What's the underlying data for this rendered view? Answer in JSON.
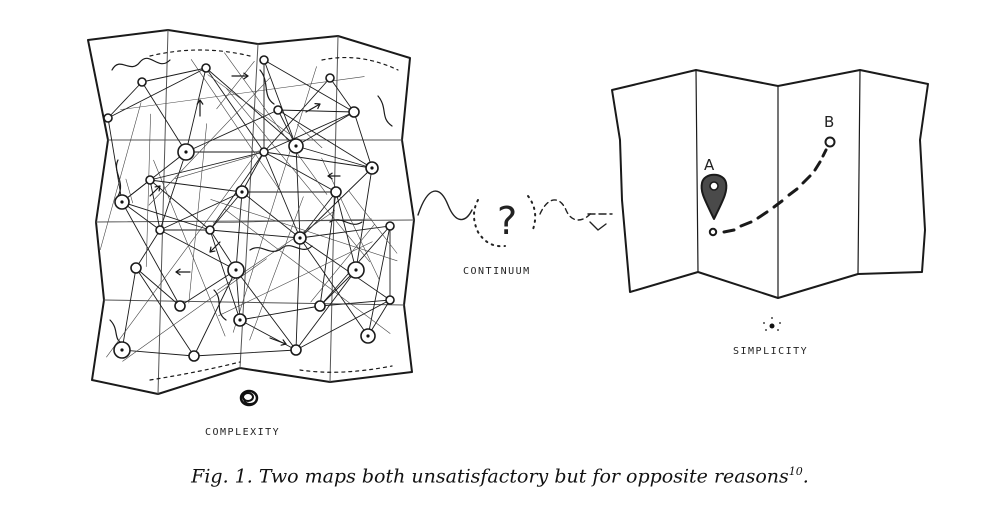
{
  "labels": {
    "complexity": "COMPLEXITY",
    "continuum": "CONTINUUM",
    "simplicity": "SIMPLICITY"
  },
  "pins": {
    "a": "A",
    "b": "B"
  },
  "question_mark": "?",
  "caption": {
    "text": "Fig. 1. Two maps both unsatisfactory but for opposite reasons",
    "footnote": "10",
    "end": "."
  }
}
